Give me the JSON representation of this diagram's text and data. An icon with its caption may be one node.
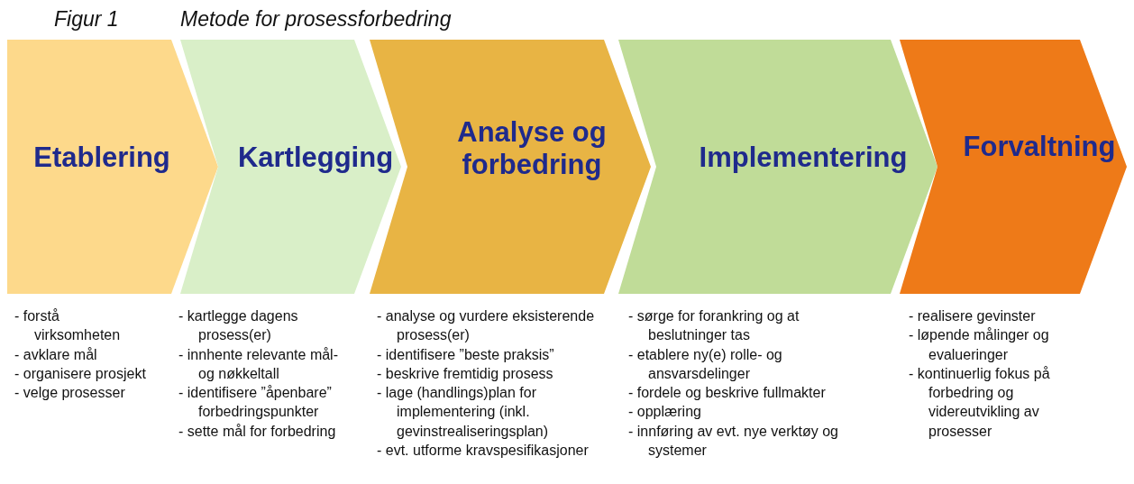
{
  "diagram": {
    "title": "Metode for prosessforbedring",
    "nodes": [
      {
        "text": [
          "Etablering"
        ],
        "beside": [
          "- forstå virksomheten",
          "- avklare mål",
          "- organisere prosjekt",
          "- velge prosesser"
        ]
      },
      {
        "text": [
          "Kartlegging"
        ],
        "beside": [
          "- kartlegge dagens prosess(er)",
          "- innhente relevante mål- og nøkkeltall",
          "- identifisere ”åpenbare” forbedringspunkter",
          "- sette mål for forbedring"
        ]
      },
      {
        "text": [
          "Analyse og forbedring"
        ],
        "beside": [
          "- analyse og vurdere eksisterende prosess(er)",
          "- identifisere ”beste praksis”",
          "- beskrive fremtidig prosess",
          "- lage (handlings)plan for implementering (inkl. gevinstrealiseringsplan)",
          "- evt. utforme kravspesifikasjoner"
        ]
      },
      {
        "text": [
          "Implementering"
        ],
        "beside": [
          "- sørge for forankring og at beslutninger tas",
          "- etablere ny(e) rolle- og ansvarsdelinger",
          "- fordele og beskrive fullmakter",
          "- opplæring",
          "- innføring av evt. nye verktøy og systemer"
        ]
      },
      {
        "text": [
          "Forvaltning"
        ],
        "beside": [
          "- realisere gevinster",
          "- løpende målinger og evalueringer",
          "- kontinuerlig fokus på forbedring og videreutvikling av prosesser"
        ]
      }
    ],
    "labels": [
      "Figur 1"
    ]
  }
}
